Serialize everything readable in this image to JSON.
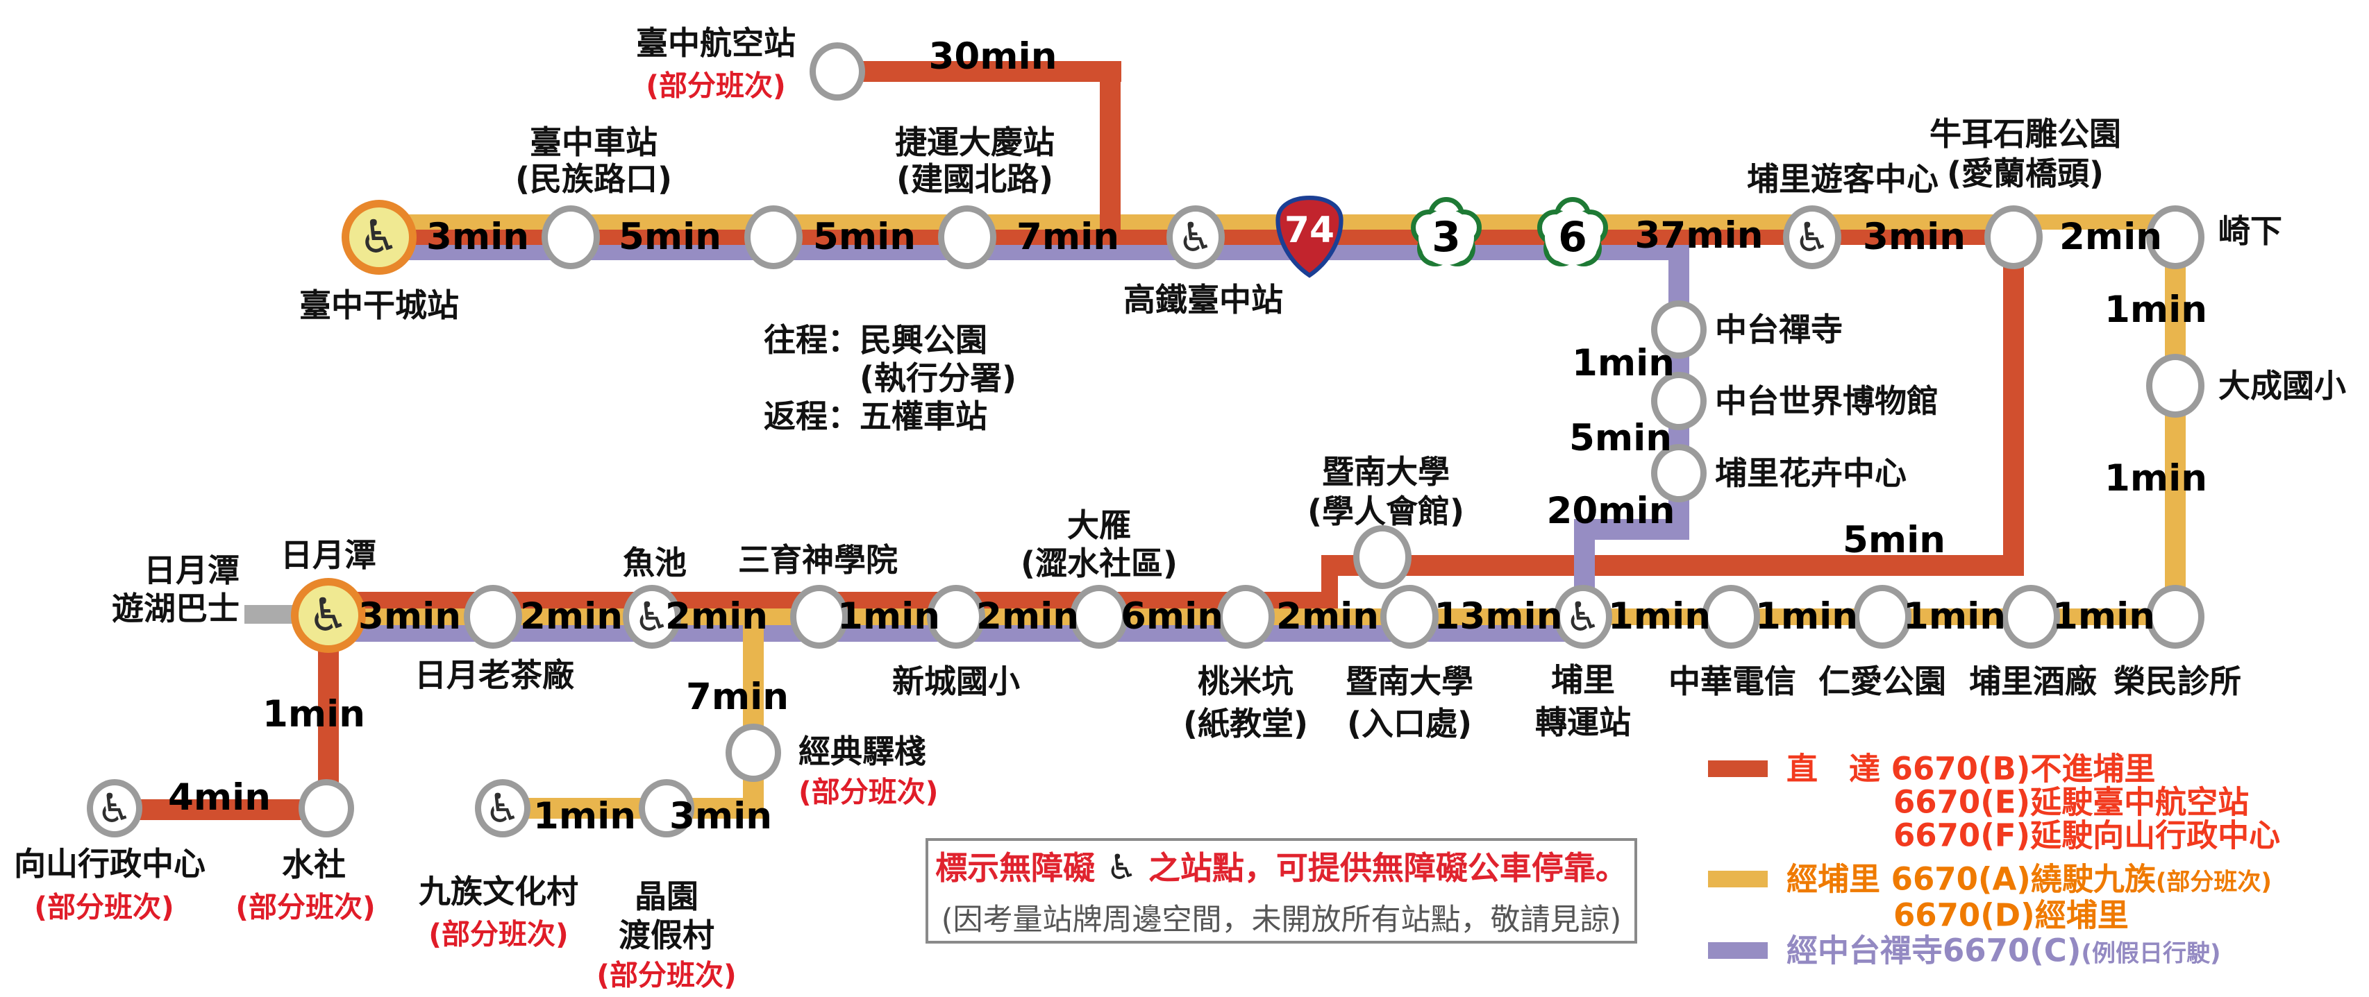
{
  "icons": {
    "wheelchair": "♿"
  },
  "shields": {
    "expressway": "74",
    "provincial_a": "3",
    "provincial_b": "6"
  },
  "stations": {
    "tc_gancheng": "臺中干城站",
    "tc_station": "臺中車站",
    "tc_station_sub": "(民族路口)",
    "mrt_daqing": "捷運大慶站",
    "mrt_daqing_sub": "(建國北路)",
    "airport": "臺中航空站",
    "hsr": "高鐵臺中站",
    "note_outbound": "往程：民興公園",
    "note_outbound2": "(執行分署)",
    "note_return": "返程：五權車站",
    "puli_visitor": "埔里遊客中心",
    "niuer": "牛耳石雕公園",
    "niuer_sub": "(愛蘭橋頭)",
    "qixia": "崎下",
    "zhongtai_temple": "中台禪寺",
    "zhongtai_museum": "中台世界博物館",
    "puli_flower": "埔里花卉中心",
    "dacheng": "大成國小",
    "ncnu_guest": "暨南大學",
    "ncnu_guest_sub": "(學人會館)",
    "sun_moon_lake": "日月潭",
    "lake_bus1": "日月潭",
    "lake_bus2": "遊湖巴士",
    "laochachang": "日月老茶廠",
    "yuchi": "魚池",
    "sanyu": "三育神學院",
    "dayan": "大雁",
    "dayan_sub": "(澀水社區)",
    "xincheng": "新城國小",
    "taomikeng": "桃米坑",
    "taomikeng_sub": "(紙教堂)",
    "ncnu_entrance": "暨南大學",
    "ncnu_entrance_sub": "(入口處)",
    "puli_l1": "埔里",
    "puli_l2": "轉運站",
    "cht": "中華電信",
    "renai_park": "仁愛公園",
    "puli_winery": "埔里酒廠",
    "veterans_clinic": "榮民診所",
    "xiangshan": "向山行政中心",
    "shuishe": "水社",
    "jiuzu": "九族文化村",
    "jingyuan_l1": "晶園",
    "jingyuan_l2": "渡假村",
    "classic_inn": "經典驛棧",
    "partial_note": "(部分班次)"
  },
  "times": {
    "top1": "3min",
    "top2": "5min",
    "top3": "5min",
    "top4": "7min",
    "top5": "37min",
    "top6": "3min",
    "top7": "2min",
    "airport": "30min",
    "qixia1": "1min",
    "qixia2": "1min",
    "purple1": "1min",
    "purple2": "5min",
    "purple3": "20min",
    "red_branch": "5min",
    "bot1": "3min",
    "bot2": "2min",
    "bot3": "2min",
    "bot4": "1min",
    "bot5": "2min",
    "bot6": "6min",
    "bot7": "2min",
    "bot8": "13min",
    "bot9": "1min",
    "bot10": "1min",
    "bot11": "1min",
    "bot12": "1min",
    "sml1": "1min",
    "sml4": "4min",
    "branch7": "7min",
    "branch3": "3min",
    "branch1": "1min"
  },
  "notice": {
    "line1_prefix": "標示無障礙",
    "line1_suffix": "之站點，可提供無障礙公車停靠。",
    "line2": "(因考量站牌周邊空間，未開放所有站點，敬請見諒)"
  },
  "legend": {
    "direct_label": "直　達 6670(B)不進埔里",
    "direct_line2": "6670(E)延駛臺中航空站",
    "direct_line3": "6670(F)延駛向山行政中心",
    "puli_label": "經埔里 6670(A)繞駛九族",
    "puli_label_small": "(部分班次)",
    "puli_line2": "6670(D)經埔里",
    "chungtai_label": "經中台禪寺6670(C)",
    "chungtai_small": "(例假日行駛)",
    "colors": {
      "red": "#d14f2e",
      "yellow": "#e9b54d",
      "purple": "#968dc3"
    }
  }
}
